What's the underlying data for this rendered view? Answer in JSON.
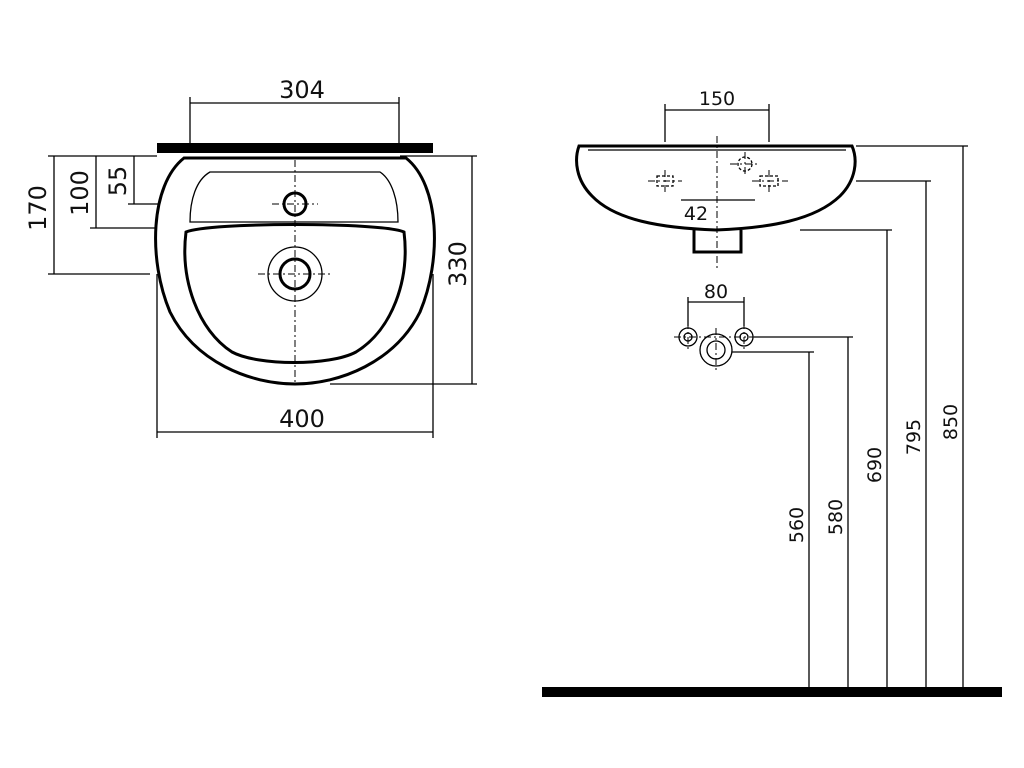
{
  "top_view": {
    "dimensions": {
      "top_width": "304",
      "overall_width": "400",
      "depth": "330",
      "tap_hole_offset": "55",
      "inner_offset": "100",
      "overall_offset": "170"
    }
  },
  "front_view": {
    "dimensions": {
      "tap_spacing": "150",
      "waste_offset": "42",
      "pipe_spacing": "80",
      "height_560": "560",
      "height_580": "580",
      "height_690": "690",
      "height_795": "795",
      "height_850": "850"
    }
  }
}
